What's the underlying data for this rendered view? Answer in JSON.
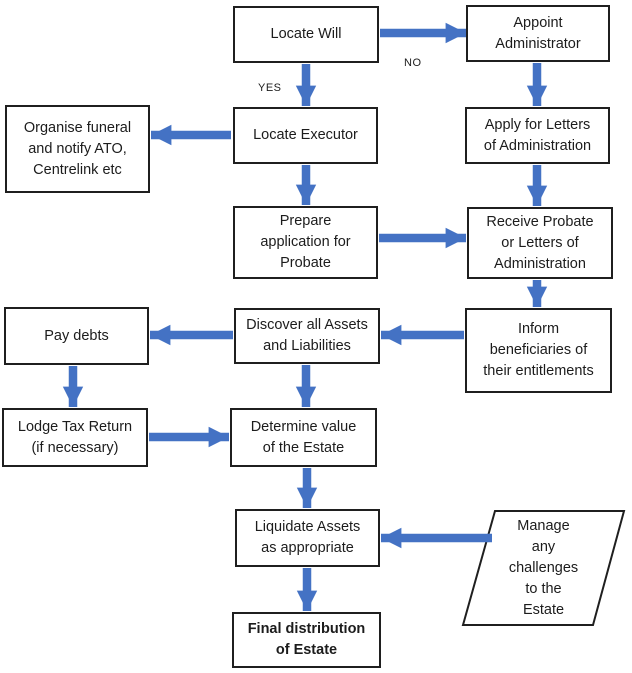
{
  "colors": {
    "arrow": "#4472C4",
    "border": "#1f1f1f",
    "background": "#ffffff"
  },
  "labels": {
    "yes": "YES",
    "no": "NO"
  },
  "nodes": {
    "locate_will": {
      "label": "Locate Will",
      "shape": "rect"
    },
    "appoint_administrator": {
      "label": "Appoint\nAdministrator",
      "shape": "rect"
    },
    "organise_funeral": {
      "label": "Organise funeral\nand notify ATO,\nCentrelink etc",
      "shape": "rect"
    },
    "locate_executor": {
      "label": "Locate Executor",
      "shape": "rect"
    },
    "apply_letters": {
      "label": "Apply for Letters\nof Administration",
      "shape": "rect"
    },
    "prepare_application": {
      "label": "Prepare\napplication for\nProbate",
      "shape": "rect"
    },
    "receive_probate": {
      "label": "Receive Probate\nor Letters of\nAdministration",
      "shape": "rect"
    },
    "pay_debts": {
      "label": "Pay debts",
      "shape": "rect"
    },
    "discover_assets": {
      "label": "Discover all Assets\nand Liabilities",
      "shape": "rect"
    },
    "inform_beneficiaries": {
      "label": "Inform\nbeneficiaries of\ntheir entitlements",
      "shape": "rect"
    },
    "lodge_tax": {
      "label": "Lodge Tax Return\n(if necessary)",
      "shape": "rect"
    },
    "determine_value": {
      "label": "Determine value\nof the Estate",
      "shape": "rect"
    },
    "liquidate_assets": {
      "label": "Liquidate Assets\nas appropriate",
      "shape": "rect"
    },
    "manage_challenges": {
      "label": "Manage\nany\nchallenges\nto the\nEstate",
      "shape": "parallelogram"
    },
    "final_distribution": {
      "label": "Final distribution\nof Estate",
      "shape": "rect",
      "emphasis": "bold"
    }
  },
  "edges": [
    {
      "from": "locate_will",
      "to": "appoint_administrator",
      "label": "NO"
    },
    {
      "from": "locate_will",
      "to": "locate_executor",
      "label": "YES"
    },
    {
      "from": "appoint_administrator",
      "to": "apply_letters"
    },
    {
      "from": "locate_executor",
      "to": "organise_funeral"
    },
    {
      "from": "locate_executor",
      "to": "prepare_application"
    },
    {
      "from": "apply_letters",
      "to": "receive_probate"
    },
    {
      "from": "prepare_application",
      "to": "receive_probate"
    },
    {
      "from": "receive_probate",
      "to": "inform_beneficiaries"
    },
    {
      "from": "inform_beneficiaries",
      "to": "discover_assets"
    },
    {
      "from": "discover_assets",
      "to": "pay_debts"
    },
    {
      "from": "pay_debts",
      "to": "lodge_tax"
    },
    {
      "from": "discover_assets",
      "to": "determine_value"
    },
    {
      "from": "lodge_tax",
      "to": "determine_value"
    },
    {
      "from": "determine_value",
      "to": "liquidate_assets"
    },
    {
      "from": "manage_challenges",
      "to": "liquidate_assets"
    },
    {
      "from": "liquidate_assets",
      "to": "final_distribution"
    }
  ]
}
